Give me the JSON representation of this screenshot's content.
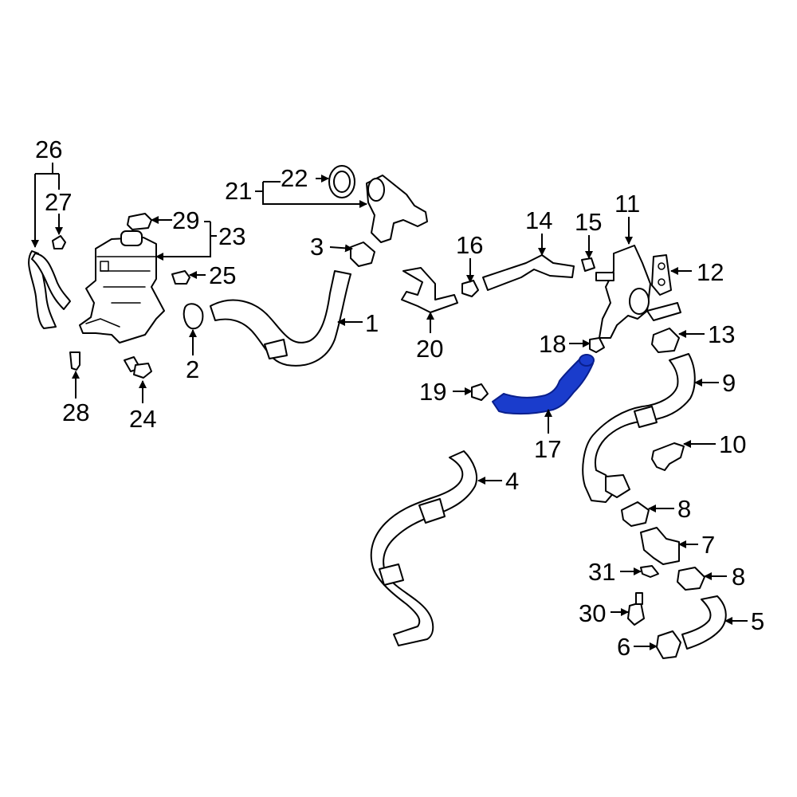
{
  "highlight_color": "#1a3ccc",
  "callouts": {
    "c1": "1",
    "c2": "2",
    "c3": "3",
    "c4": "4",
    "c5": "5",
    "c6": "6",
    "c7": "7",
    "c8a": "8",
    "c8b": "8",
    "c9": "9",
    "c10": "10",
    "c11": "11",
    "c12": "12",
    "c13": "13",
    "c14": "14",
    "c15": "15",
    "c16": "16",
    "c17": "17",
    "c18": "18",
    "c19": "19",
    "c20": "20",
    "c21": "21",
    "c22": "22",
    "c23": "23",
    "c24": "24",
    "c25": "25",
    "c26": "26",
    "c27": "27",
    "c28": "28",
    "c29": "29",
    "c30": "30",
    "c31": "31"
  }
}
